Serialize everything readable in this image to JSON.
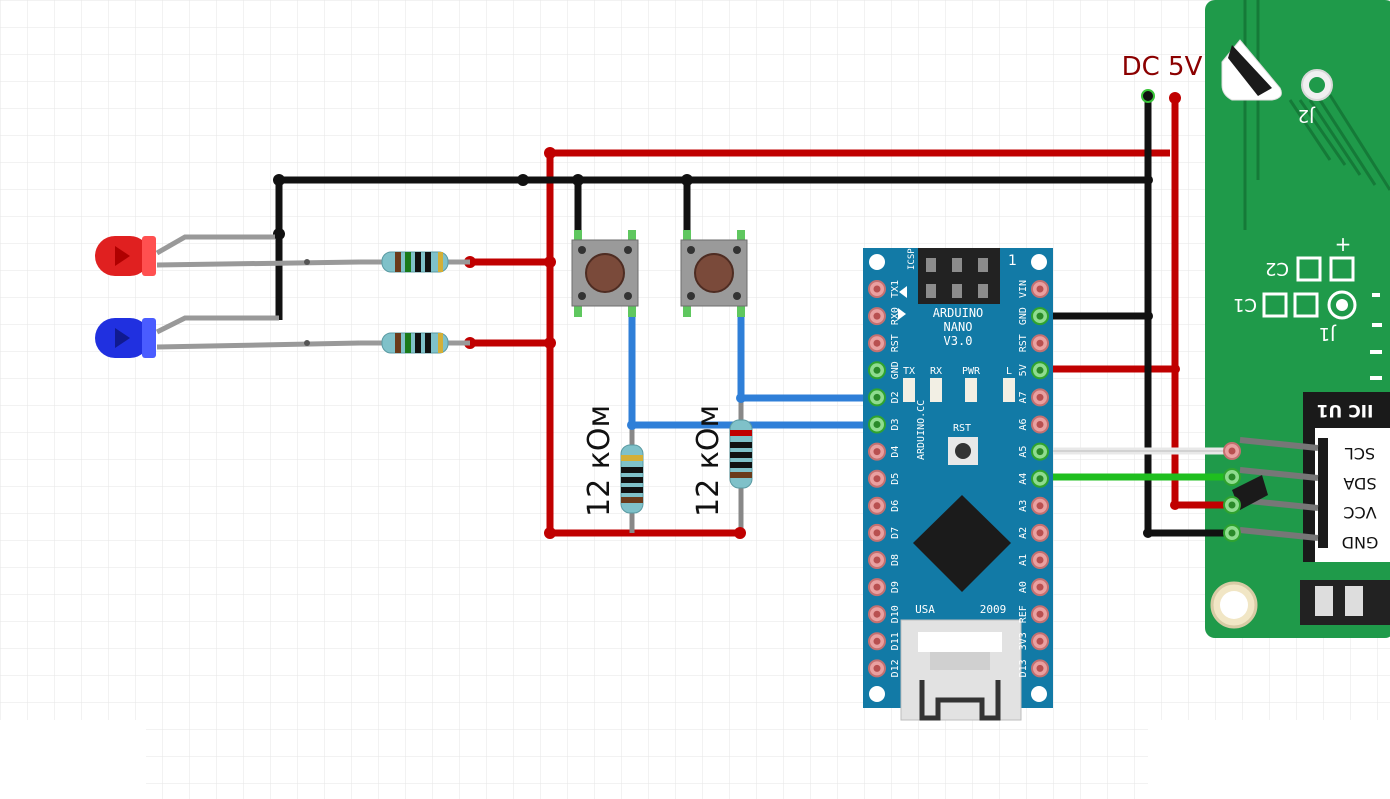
{
  "power_label": "DC 5V",
  "resistor_labels": [
    "12 кОм",
    "12 кОм"
  ],
  "nano": {
    "icsp": "ICSP",
    "pin1": "1",
    "title_lines": [
      "ARDUINO",
      "NANO",
      "V3.0"
    ],
    "vertical_brand": "ARDUINO.CC",
    "leds": [
      "TX",
      "RX",
      "PWR",
      "L"
    ],
    "reset": "RST",
    "usa": "USA",
    "year": "2009",
    "left_pins": [
      "TX1",
      "RX0",
      "RST",
      "GND",
      "D2",
      "D3",
      "D4",
      "D5",
      "D6",
      "D7",
      "D8",
      "D9",
      "D10",
      "D11",
      "D12"
    ],
    "right_pins": [
      "VIN",
      "GND",
      "RST",
      "5V",
      "A7",
      "A6",
      "A5",
      "A4",
      "A3",
      "A2",
      "A1",
      "A0",
      "REF",
      "3V3",
      "D13"
    ]
  },
  "lcd": {
    "module": "IIC U1",
    "pins": [
      "SCL",
      "SDA",
      "VCC",
      "GND"
    ],
    "silk": [
      "J2",
      "C2",
      "C1",
      "J1",
      "+"
    ]
  },
  "colors": {
    "wire_power": "#c00000",
    "wire_ground": "#111111",
    "wire_signal": "#2f7fd8",
    "wire_scl": "#e8e8e8",
    "wire_sda": "#1fbf1f",
    "led_red": "#e02020",
    "led_blue": "#2030e0",
    "nano_board": "#127aa6",
    "lcd_board": "#1f9a4a",
    "label_dark_red": "#8b0000"
  }
}
